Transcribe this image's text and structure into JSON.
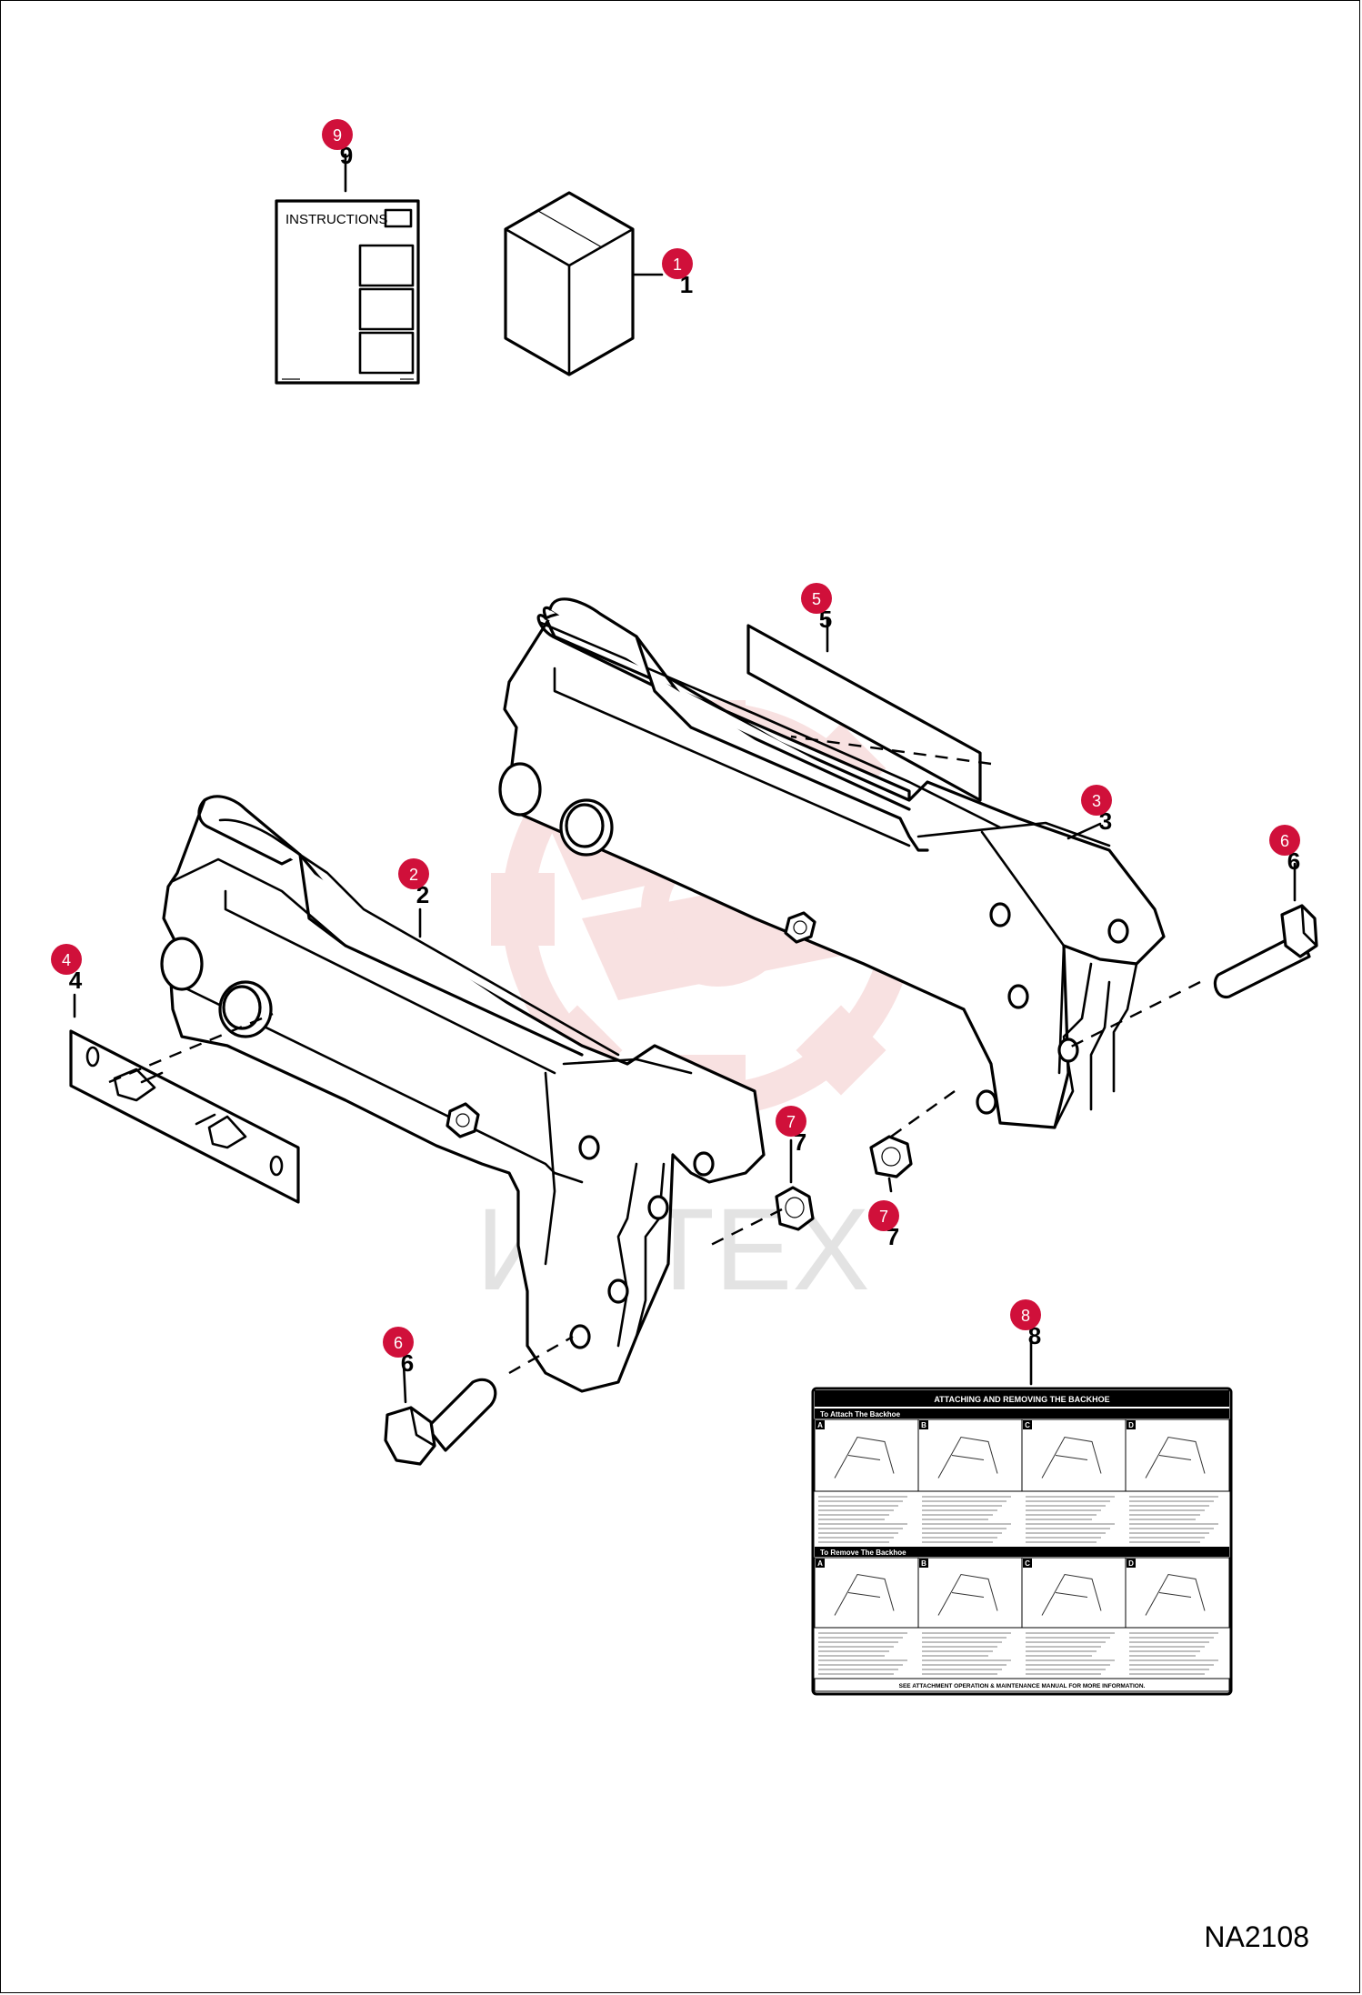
{
  "diagram": {
    "figure_code": "NA2108",
    "watermark_text": "ИНТЕХ",
    "instructions_label": "INSTRUCTIONS",
    "callouts": [
      {
        "id": "callout-9",
        "num": "9"
      },
      {
        "id": "callout-1",
        "num": "1"
      },
      {
        "id": "callout-5",
        "num": "5"
      },
      {
        "id": "callout-3",
        "num": "3"
      },
      {
        "id": "callout-6a",
        "num": "6"
      },
      {
        "id": "callout-2",
        "num": "2"
      },
      {
        "id": "callout-4",
        "num": "4"
      },
      {
        "id": "callout-7a",
        "num": "7"
      },
      {
        "id": "callout-7b",
        "num": "7"
      },
      {
        "id": "callout-8",
        "num": "8"
      },
      {
        "id": "callout-6b",
        "num": "6"
      }
    ],
    "decal": {
      "title": "ATTACHING AND REMOVING THE BACKHOE",
      "attach_heading": "To Attach The Backhoe",
      "remove_heading": "To Remove The Backhoe",
      "footer": "SEE ATTACHMENT OPERATION & MAINTENANCE MANUAL FOR MORE INFORMATION.",
      "panel_letters": [
        "A",
        "B",
        "C",
        "D"
      ]
    },
    "colors": {
      "callout_fill": "#d0103a",
      "callout_text": "#ffffff",
      "watermark": "#f2c4c4",
      "line": "#000000"
    }
  }
}
